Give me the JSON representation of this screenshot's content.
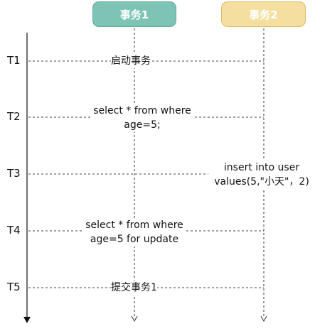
{
  "lanes": {
    "tx1": "事务1",
    "tx2": "事务2"
  },
  "times": [
    "T1",
    "T2",
    "T3",
    "T4",
    "T5"
  ],
  "steps": {
    "t1": "启动事务",
    "t2_line1": "select * from where",
    "t2_line2": "age=5;",
    "t3_line1": "insert into user",
    "t3_line2": "values(5,\"小天\"，2)",
    "t4_line1": "select * from where",
    "t4_line2": "age=5 for update",
    "t5": "提交事务1"
  },
  "colors": {
    "tx1_header": "#7ec4b5",
    "tx2_header": "#f4dfa0",
    "line": "#333333"
  }
}
